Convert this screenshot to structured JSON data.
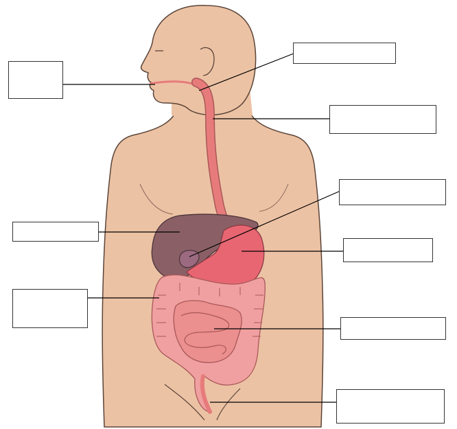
{
  "diagram": {
    "colors": {
      "skin": "#ecc2a4",
      "skin_outline": "#5a4438",
      "organ_pink": "#ee8a8a",
      "esophagus": "#e77b7b",
      "liver": "#8a6066",
      "stomach": "#e86672",
      "intestine": "#f0a0a0",
      "intestine_outline": "#a85858",
      "leader_line": "#000000"
    },
    "label_boxes": [
      {
        "id": "mouth",
        "text": ""
      },
      {
        "id": "pharynx",
        "text": ""
      },
      {
        "id": "esophagus",
        "text": ""
      },
      {
        "id": "gallbladder",
        "text": ""
      },
      {
        "id": "stomach",
        "text": ""
      },
      {
        "id": "liver",
        "text": ""
      },
      {
        "id": "large-intestine",
        "text": ""
      },
      {
        "id": "small-intestine",
        "text": ""
      },
      {
        "id": "rectum",
        "text": ""
      }
    ]
  }
}
